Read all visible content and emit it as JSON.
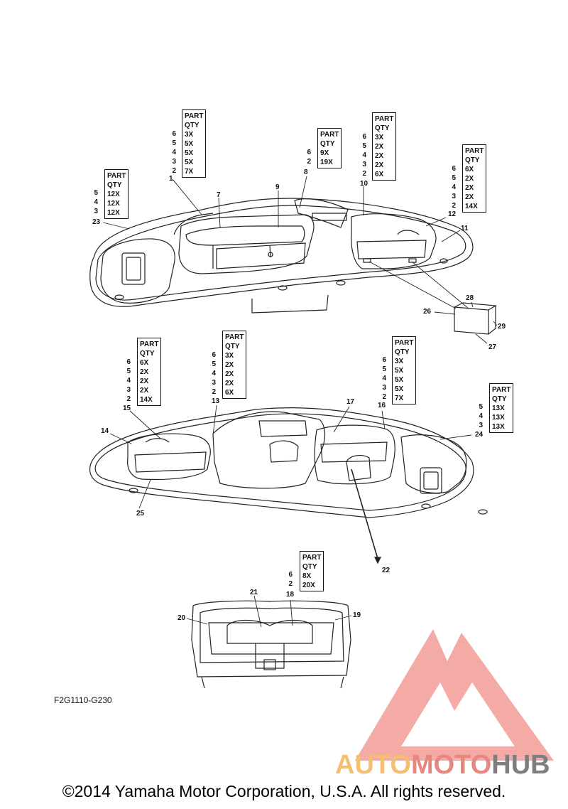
{
  "drawing_code": "F2G1110-G230",
  "copyright": "©2014 Yamaha Motor Corporation, U.S.A. All rights reserved.",
  "watermark": {
    "part1": "AUTO",
    "part2": "MOTO",
    "part3": "HUB",
    "colors": {
      "auto": "#f4bf72",
      "moto": "#e88780",
      "hub": "#7e7e7e",
      "logo": "#f3a29c"
    }
  },
  "qty_header": {
    "part": "PART",
    "qty": "QTY"
  },
  "tables": [
    {
      "id": "t1",
      "parts": [
        "6",
        "5",
        "4",
        "3",
        "2"
      ],
      "qtys": [
        "3X",
        "5X",
        "5X",
        "5X",
        "7X"
      ]
    },
    {
      "id": "t7",
      "parts": [
        "5",
        "4",
        "3"
      ],
      "qtys": [
        "12X",
        "12X",
        "12X"
      ]
    },
    {
      "id": "t8",
      "parts": [
        "6",
        "2"
      ],
      "qtys": [
        "9X",
        "19X"
      ]
    },
    {
      "id": "t10",
      "parts": [
        "6",
        "5",
        "4",
        "3",
        "2"
      ],
      "qtys": [
        "3X",
        "2X",
        "2X",
        "2X",
        "6X"
      ]
    },
    {
      "id": "t12",
      "parts": [
        "6",
        "5",
        "4",
        "3",
        "2"
      ],
      "qtys": [
        "6X",
        "2X",
        "2X",
        "2X",
        "14X"
      ]
    },
    {
      "id": "t15",
      "parts": [
        "6",
        "5",
        "4",
        "3",
        "2"
      ],
      "qtys": [
        "6X",
        "2X",
        "2X",
        "2X",
        "14X"
      ]
    },
    {
      "id": "t13",
      "parts": [
        "6",
        "5",
        "4",
        "3",
        "2"
      ],
      "qtys": [
        "3X",
        "2X",
        "2X",
        "2X",
        "6X"
      ]
    },
    {
      "id": "t16",
      "parts": [
        "6",
        "5",
        "4",
        "3",
        "2"
      ],
      "qtys": [
        "3X",
        "5X",
        "5X",
        "5X",
        "7X"
      ]
    },
    {
      "id": "t24",
      "parts": [
        "5",
        "4",
        "3"
      ],
      "qtys": [
        "13X",
        "13X",
        "13X"
      ]
    },
    {
      "id": "t18",
      "parts": [
        "6",
        "2"
      ],
      "qtys": [
        "8X",
        "20X"
      ]
    }
  ],
  "callouts": [
    "1",
    "7",
    "9",
    "8",
    "10",
    "12",
    "11",
    "23",
    "28",
    "26",
    "29",
    "27",
    "15",
    "13",
    "17",
    "16",
    "24",
    "14",
    "25",
    "22",
    "21",
    "18",
    "20",
    "19"
  ]
}
